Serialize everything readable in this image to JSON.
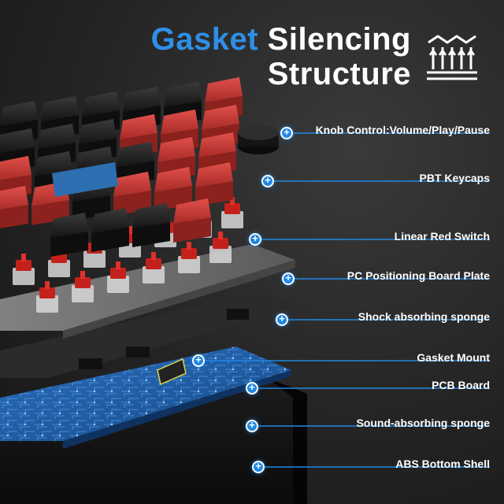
{
  "title": {
    "accent": "Gasket",
    "line1_rest": " Silencing",
    "line2": "Structure"
  },
  "icon": "gasket-spring-icon",
  "colors": {
    "accent": "#2f8fe6",
    "callout": "#1e88e5",
    "keycap_red": "#c93a35",
    "keycap_black": "#2a2a2a",
    "pcb_blue": "#1f5fa6"
  },
  "callouts": [
    {
      "id": "knob",
      "label": "Knob Control:Volume/Play/Pause"
    },
    {
      "id": "keycaps",
      "label": "PBT Keycaps"
    },
    {
      "id": "switch",
      "label": "Linear Red Switch"
    },
    {
      "id": "plate",
      "label": "PC Positioning Board Plate"
    },
    {
      "id": "shock-sponge",
      "label": "Shock absorbing sponge"
    },
    {
      "id": "gasket",
      "label": "Gasket Mount"
    },
    {
      "id": "pcb",
      "label": "PCB Board"
    },
    {
      "id": "sound-sponge",
      "label": "Sound-absorbing sponge"
    },
    {
      "id": "shell",
      "label": "ABS Bottom Shell"
    }
  ]
}
